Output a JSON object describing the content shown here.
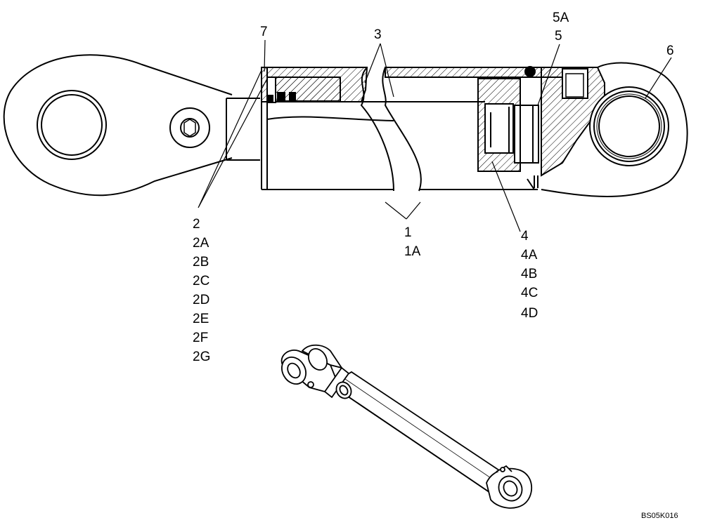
{
  "callouts": {
    "c7": "7",
    "c3": "3",
    "c5a": "5A",
    "c5": "5",
    "c6": "6",
    "c2": [
      "2",
      "2A",
      "2B",
      "2C",
      "2D",
      "2E",
      "2F",
      "2G"
    ],
    "c1": [
      "1",
      "1A"
    ],
    "c4": [
      "4",
      "4A",
      "4B",
      "4C",
      "4D"
    ]
  },
  "figure_ref": "BS05K016"
}
